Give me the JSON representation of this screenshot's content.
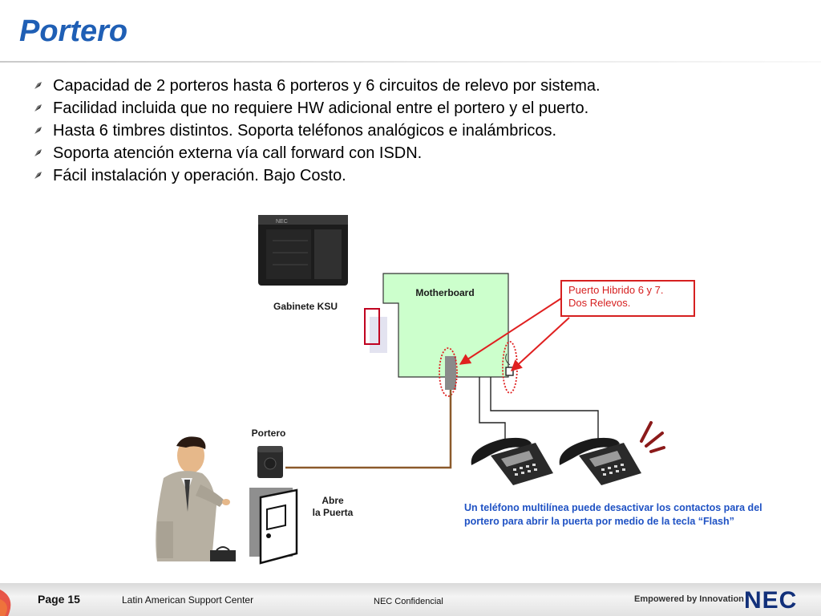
{
  "title": "Portero",
  "bullets": [
    "Capacidad de 2 porteros hasta 6 porteros y 6 circuitos de relevo por sistema.",
    "Facilidad incluida que no requiere HW adicional entre el portero y el puerto.",
    "Hasta 6 timbres distintos.  Soporta teléfonos analógicos e inalámbricos.",
    "Soporta atención externa vía call forward con ISDN.",
    "Fácil instalación y operación.  Bajo Costo."
  ],
  "diagram": {
    "ksu_label": "Gabinete KSU",
    "pbx_brand": "NEC",
    "motherboard_label": "Motherboard",
    "callout_line1": "Puerto Hibrido 6 y 7.",
    "callout_line2": "Dos Relevos.",
    "portero_label": "Portero",
    "door_label_line1": "Abre",
    "door_label_line2": "la Puerta",
    "note": "Un teléfono multilínea puede desactivar los contactos para del portero para abrir la puerta por medio de la tecla “Flash”",
    "colors": {
      "motherboard_fill": "#ccffcc",
      "callout_red": "#d62020",
      "wire_brown": "#8b5a2b",
      "note_blue": "#1f52c4",
      "title_blue": "#1f5fb5"
    }
  },
  "footer": {
    "page": "Page 15",
    "center": "Latin American Support Center",
    "confidential": "NEC Confidencial",
    "tagline": "Empowered by Innovation",
    "logo": "NEC"
  }
}
